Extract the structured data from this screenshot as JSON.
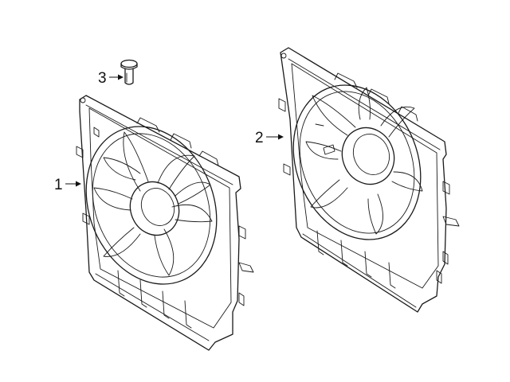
{
  "callouts": [
    {
      "id": "1",
      "label": "1"
    },
    {
      "id": "2",
      "label": "2"
    },
    {
      "id": "3",
      "label": "3"
    }
  ],
  "colors": {
    "line": "#1a1a1a",
    "background": "#ffffff"
  }
}
